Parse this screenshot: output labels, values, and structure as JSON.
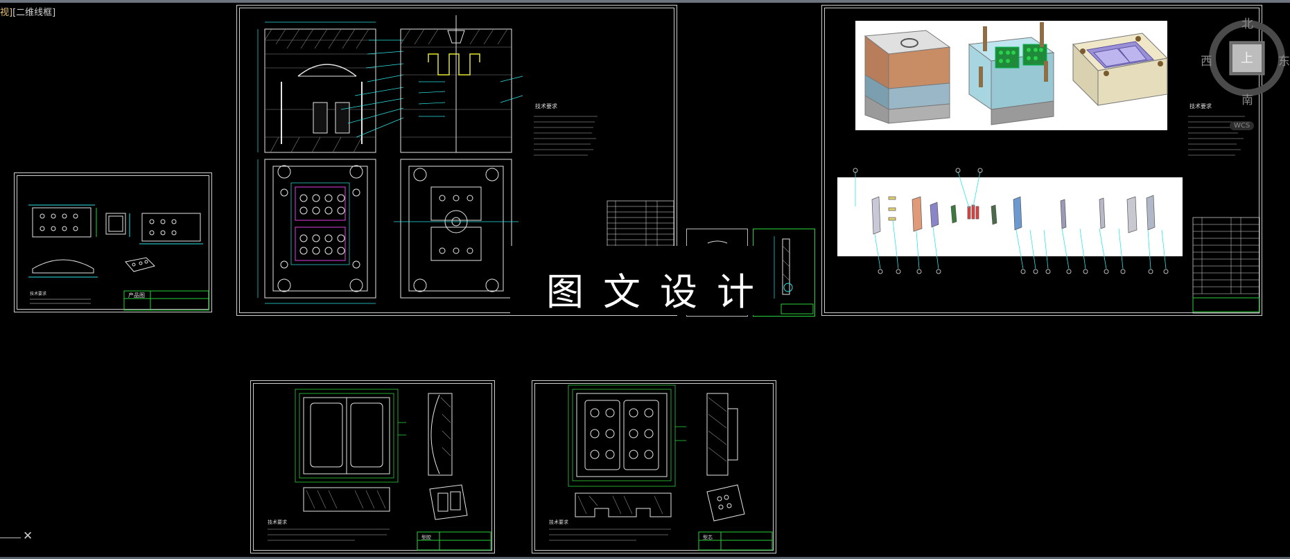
{
  "viewport": {
    "label_prefix": "视]",
    "label_style": "[二维线框]"
  },
  "overlay": {
    "watermark_text": "图文设计"
  },
  "navcube": {
    "north": "北",
    "south": "南",
    "east": "东",
    "west": "西",
    "face": "上",
    "wcs": "WCS"
  },
  "sheets": {
    "product_drawing": {
      "header": "产品图",
      "notes": "技术要求"
    },
    "assembly_drawing": {
      "notes_title": "技术要求"
    },
    "exploded_view": {
      "notes_title": "技术要求"
    },
    "cavity_plate": {
      "notes_title": "技术要求",
      "title_label": "型腔"
    },
    "core_plate": {
      "notes_title": "技术要求",
      "title_label": "型芯"
    }
  },
  "colors": {
    "background": "#000000",
    "cad_white": "#e6e6e6",
    "cad_cyan": "#2ee6e6",
    "cad_green": "#27d23a",
    "cad_magenta": "#e040e0",
    "cad_yellow": "#e6e62a"
  },
  "command": {
    "close_icon": "close-icon"
  }
}
